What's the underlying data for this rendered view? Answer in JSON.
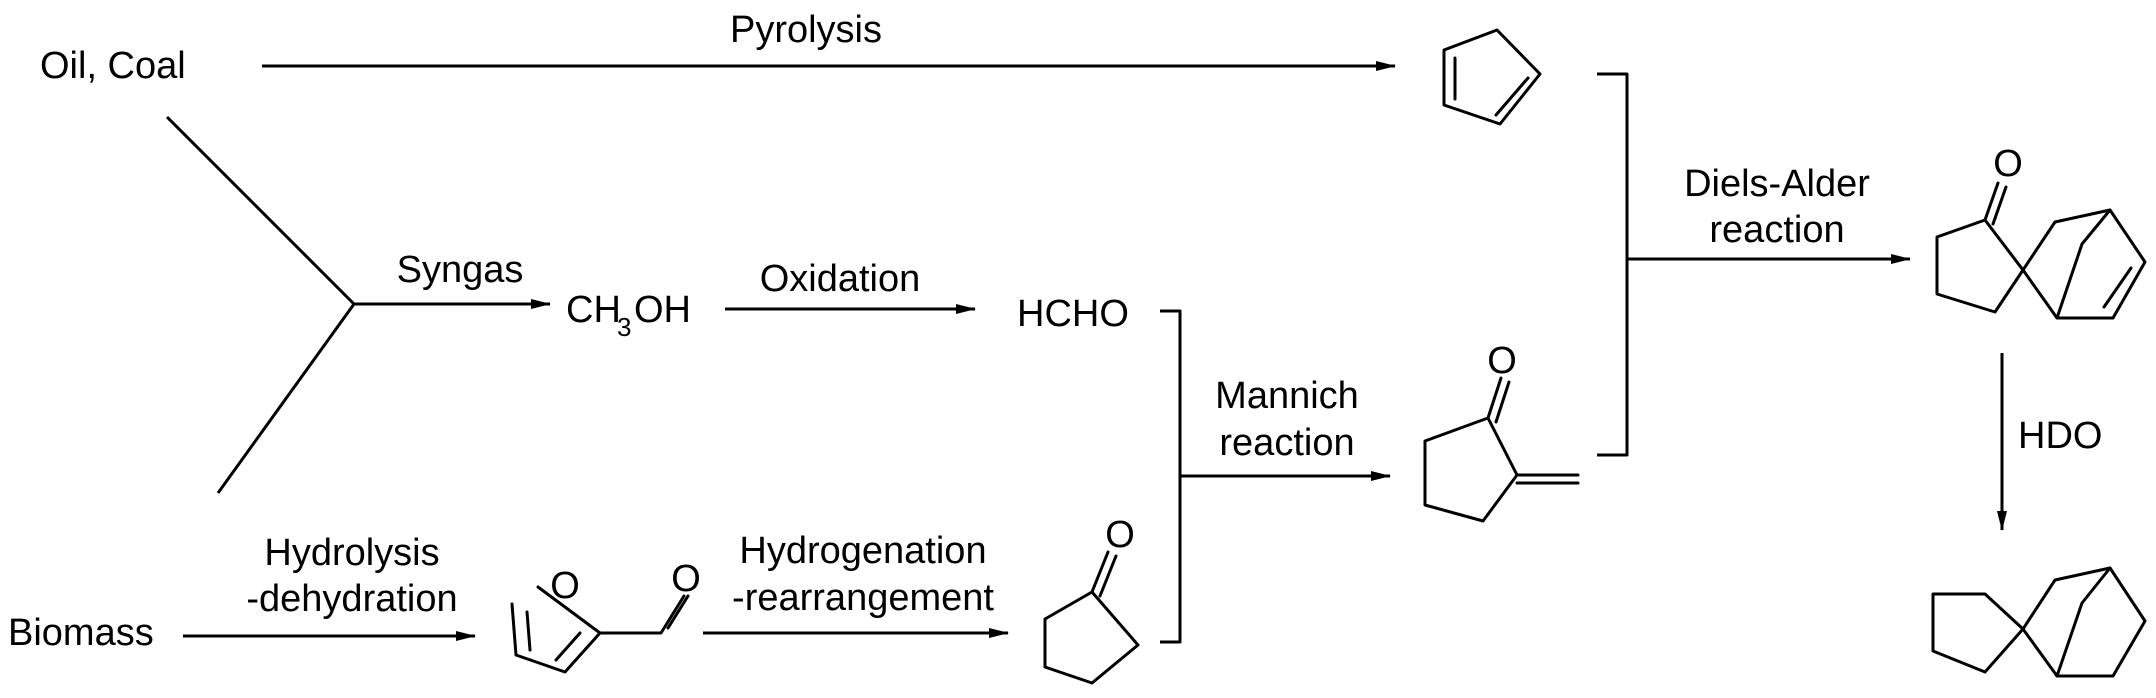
{
  "sources": {
    "oil_coal": "Oil, Coal",
    "biomass": "Biomass"
  },
  "intermediates": {
    "methanol_prefix": "CH",
    "methanol_subscript": "3",
    "methanol_suffix": "OH",
    "formaldehyde": "HCHO"
  },
  "steps": {
    "pyrolysis": "Pyrolysis",
    "syngas": "Syngas",
    "oxidation": "Oxidation",
    "hydrolysis_line1": "Hydrolysis",
    "hydrolysis_line2": "-dehydration",
    "hydrogenation_line1": "Hydrogenation",
    "hydrogenation_line2": "-rearrangement",
    "mannich_line1": "Mannich",
    "mannich_line2": "reaction",
    "diels_alder_line1": "Diels-Alder",
    "diels_alder_line2": "reaction",
    "hdo": "HDO"
  },
  "atom_labels": {
    "oxygen": "O"
  },
  "colors": {
    "ink": "#000000",
    "background": "#ffffff"
  }
}
